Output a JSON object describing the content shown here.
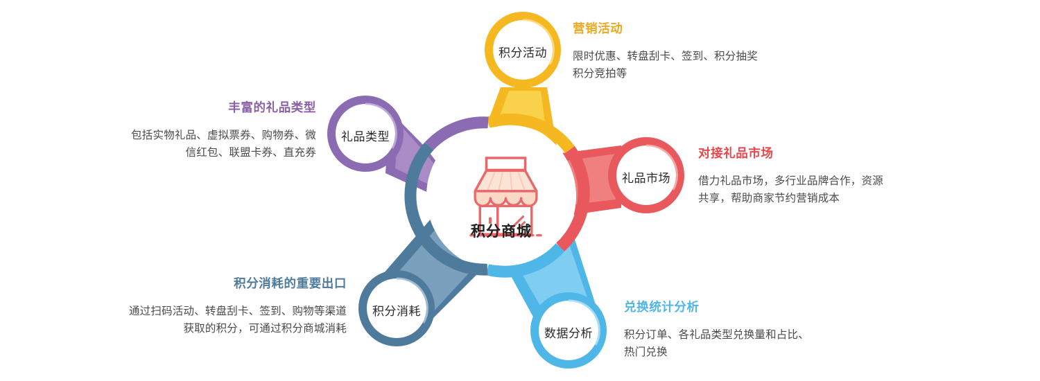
{
  "hub": {
    "label": "积分商城",
    "icon": "storefront-icon",
    "ring_colors": [
      "#F5B820",
      "#E8585C",
      "#4FB6E8",
      "#4E7B9B",
      "#8B6BB1"
    ]
  },
  "nodes": [
    {
      "key": "marketing",
      "circle_label": "积分活动",
      "color": "#F5B820",
      "color_light": "#FAD14A",
      "title": "营销活动",
      "title_color": "#EDA91F",
      "body": "限时优惠、转盘刮卡、签到、积分抽奖\n积分竞拍等",
      "align": "left"
    },
    {
      "key": "gift-type",
      "circle_label": "礼品类型",
      "color": "#8B6BB1",
      "color_light": "#A98CC6",
      "title": "丰富的礼品类型",
      "title_color": "#8B5FA8",
      "body": "包括实物礼品、虚拟票券、购物券、微\n信红包、联盟卡券、直充券",
      "align": "right"
    },
    {
      "key": "gift-market",
      "circle_label": "礼品市场",
      "color": "#E8585C",
      "color_light": "#F0807F",
      "title": "对接礼品市场",
      "title_color": "#E8484B",
      "body": "借力礼品市场，多行业品牌合作，资源\n共享，帮助商家节约营销成本",
      "align": "left"
    },
    {
      "key": "points-consume",
      "circle_label": "积分消耗",
      "color": "#4E7B9B",
      "color_light": "#7BA0BD",
      "title": "积分消耗的重要出口",
      "title_color": "#4E7B9B",
      "body": "通过扫码活动、转盘刮卡、签到、购物等渠道\n获取的积分，可通过积分商城消耗",
      "align": "right"
    },
    {
      "key": "analytics",
      "circle_label": "数据分析",
      "color": "#4FB6E8",
      "color_light": "#7FCDF0",
      "title": "兑换统计分析",
      "title_color": "#4FB6E8",
      "body": "积分订单、各礼品类型兑换量和占比、\n热门兑换",
      "align": "left"
    }
  ]
}
